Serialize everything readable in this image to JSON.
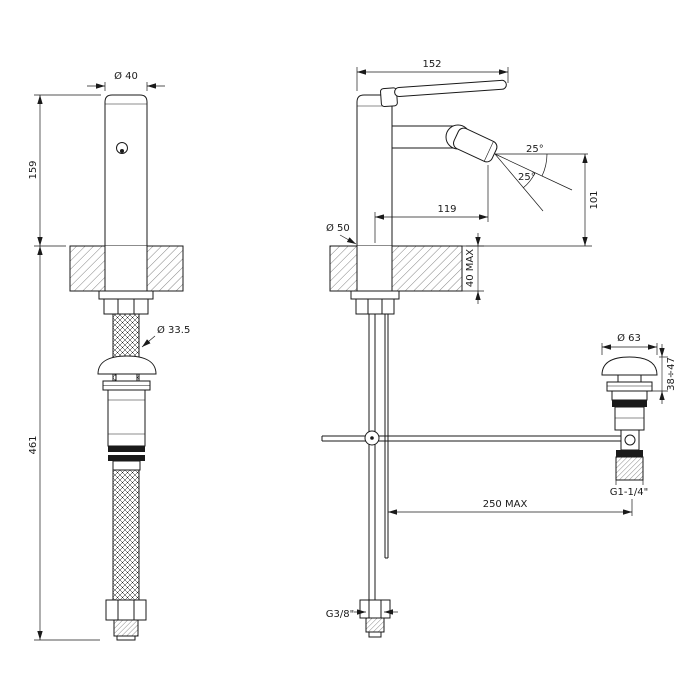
{
  "colors": {
    "line": "#1a1a1a",
    "background": "#ffffff"
  },
  "front_view": {
    "dim_top_diameter": "Ø 40",
    "dim_body_height": "159",
    "dim_thread_diameter": "Ø 33.5",
    "dim_total_height": "461"
  },
  "side_view": {
    "dim_handle_width": "152",
    "spray_angles": [
      "25°",
      "25°"
    ],
    "dim_spout_reach": "119",
    "dim_spout_height": "101",
    "dim_base_diameter": "Ø 50",
    "dim_counter_thickness": "40 MAX",
    "dim_drain_diameter": "Ø 63",
    "dim_drain_height_range": "38÷47",
    "dim_drain_thread": "G1-1/4\"",
    "dim_rod_length": "250 MAX",
    "dim_supply_thread": "G3/8\""
  }
}
